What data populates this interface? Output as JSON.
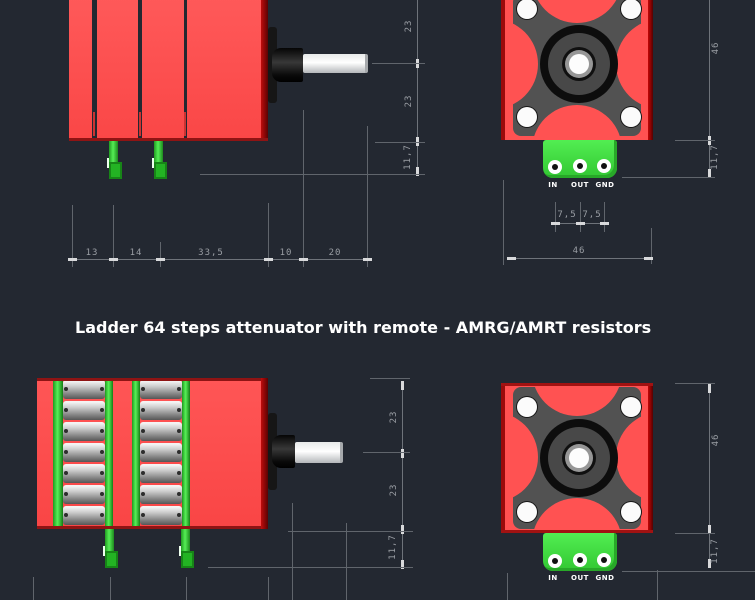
{
  "title": "Ladder 64 steps attenuator with remote - AMRG/AMRT resistors",
  "connector": {
    "in": "IN",
    "out": "OUT",
    "gnd": "GND"
  },
  "dims": {
    "side_top": {
      "right": [
        "23",
        "23",
        "11,7"
      ],
      "bottom": [
        "13",
        "14",
        "33,5",
        "10",
        "20"
      ]
    },
    "front_top": {
      "right": [
        "46",
        "11,7"
      ],
      "bottom": [
        "7,5",
        "7,5",
        "46"
      ]
    },
    "side_bottom": {
      "right": [
        "23",
        "23",
        "11,7"
      ]
    },
    "front_bottom": {
      "right": [
        "46",
        "11,7"
      ]
    }
  },
  "colors": {
    "background": "#232831",
    "housing_red": "#ff5252",
    "connector_green": "#3fe23f",
    "bracket_gray": "#525252",
    "dimension_gray": "#6e737a",
    "dimension_text": "#9a9ea4",
    "title_text": "#ffffff"
  }
}
